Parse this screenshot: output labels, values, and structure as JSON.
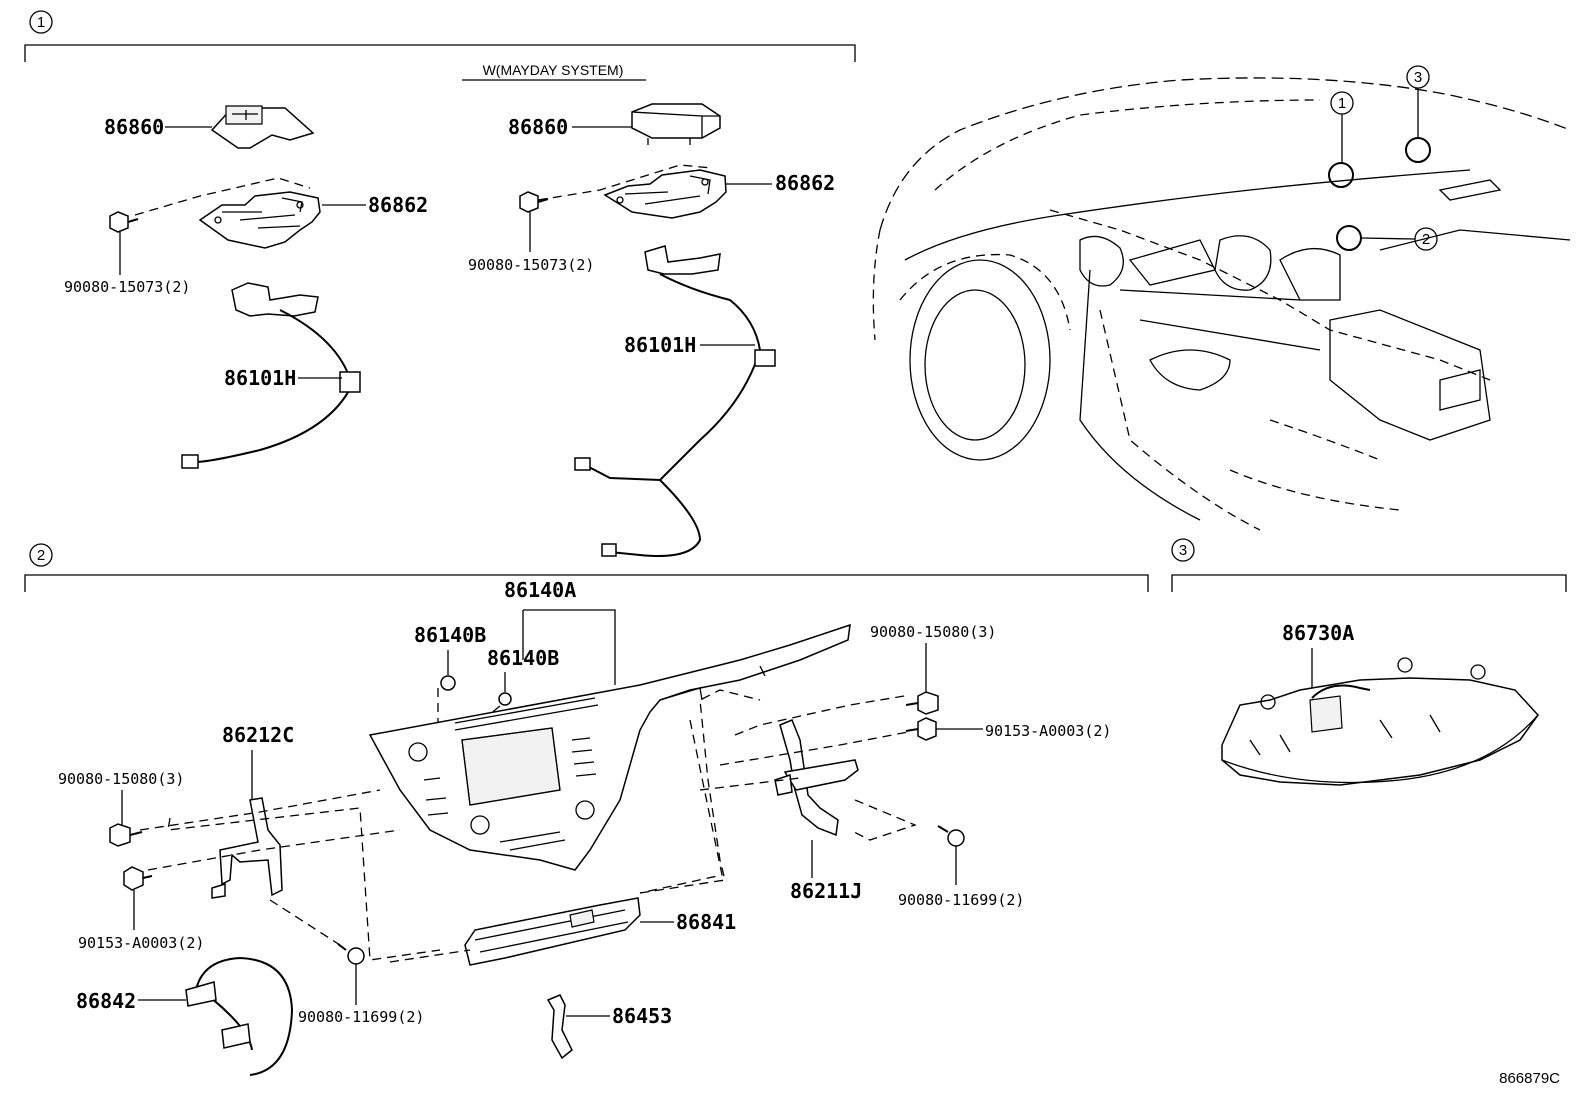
{
  "sections": {
    "s1": "1",
    "s2": "2",
    "s3": "3",
    "mayday_caption": "W(MAYDAY SYSTEM)"
  },
  "parts": {
    "p86860_a": "86860",
    "p86862_a": "86862",
    "p90080_15073_a": "90080-15073(2)",
    "p86101H_a": "86101H",
    "p86860_b": "86860",
    "p86862_b": "86862",
    "p90080_15073_b": "90080-15073(2)",
    "p86101H_b": "86101H",
    "p86140A": "86140A",
    "p86140B_a": "86140B",
    "p86140B_b": "86140B",
    "p90080_15080_r": "90080-15080(3)",
    "p90153_A0003_r": "90153-A0003(2)",
    "p86212C": "86212C",
    "p90080_15080_l": "90080-15080(3)",
    "p90153_A0003_l": "90153-A0003(2)",
    "p86842": "86842",
    "p90080_11699_l": "90080-11699(2)",
    "p86841": "86841",
    "p86453": "86453",
    "p86211J": "86211J",
    "p90080_11699_r": "90080-11699(2)",
    "p86730A": "86730A"
  },
  "callouts": {
    "c1": "1",
    "c2": "2",
    "c3": "3"
  },
  "reference_code": "866879C"
}
